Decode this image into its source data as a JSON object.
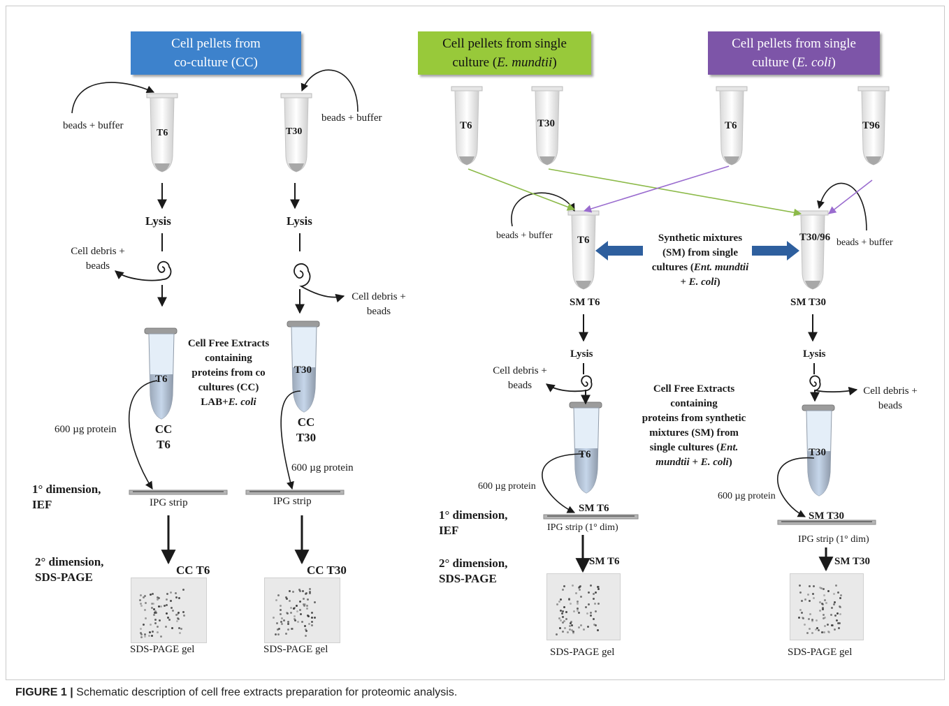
{
  "boxes": {
    "cc": "Cell pellets from\nco-culture (CC)",
    "em": "Cell pellets from single\nculture (",
    "em_italic": "E. mundtii",
    "em_close": ")",
    "ec": "Cell pellets from single\nculture (",
    "ec_italic": "E. coli",
    "ec_close": ")"
  },
  "colors": {
    "blue": "#3d82cc",
    "green": "#98c93a",
    "purple": "#7d55a8",
    "arrow_green": "#8cba49",
    "arrow_purple": "#9a6ccf",
    "arrow_blue": "#2e5f9e"
  },
  "tubes": {
    "t6": "T6",
    "t30": "T30",
    "t96": "T96",
    "t3096": "T30/96"
  },
  "labels": {
    "beads_buffer": "beads + buffer",
    "lysis": "Lysis",
    "debris_left": "Cell debris +\nbeads",
    "debris_right": "Cell debris +\nbeads",
    "cfe_cc_1": "Cell Free Extracts\ncontaining\nproteins from co\ncultures (CC)\nLAB+",
    "cfe_cc_italic": "E. coli",
    "cc_t6": "CC\nT6",
    "cc_t30": "CC\nT30",
    "protein": "600 µg protein",
    "dim1": "1° dimension,\nIEF",
    "dim2": "2° dimension,\nSDS-PAGE",
    "ipg": "IPG  strip",
    "ipg_sm": "IPG strip (1° dim)",
    "gel_cc_t6": "CC T6",
    "gel_cc_t30": "CC T30",
    "sds_gel": "SDS-PAGE  gel",
    "sds_gel_sm": "SDS-PAGE gel",
    "sm_t6": "SM T6",
    "sm_t30": "SM T30",
    "synthetic_1": "Synthetic mixtures\n(SM) from single\ncultures (",
    "synthetic_italic": "Ent. mundtii\n+ E. coli",
    "synthetic_close": ")",
    "cfe_sm_1": "Cell Free Extracts\ncontaining\nproteins from synthetic\nmixtures (SM) from\nsingle cultures (",
    "cfe_sm_italic": "Ent.\nmundtii + E. coli",
    "cfe_sm_close": ")"
  },
  "caption": {
    "bold": "FIGURE 1 |",
    "text": " Schematic description of cell free extracts preparation for proteomic analysis."
  }
}
